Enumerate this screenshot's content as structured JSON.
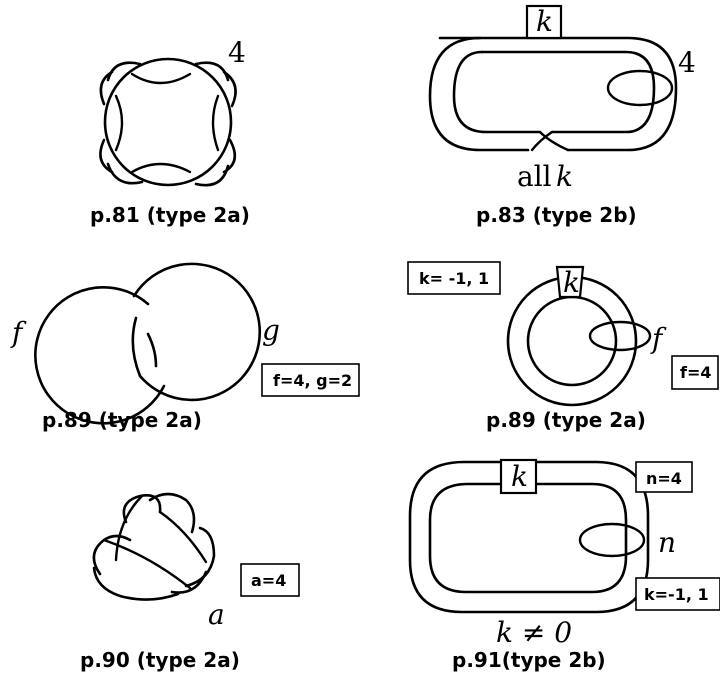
{
  "panels": [
    {
      "caption": "p.81 (type 2a)",
      "labels": [
        "4"
      ]
    },
    {
      "caption": "p.83 (type 2b)",
      "labels": [
        "k",
        "4",
        "all",
        "k"
      ]
    },
    {
      "caption": "p.89 (type 2a)",
      "labels": [
        "f",
        "g"
      ],
      "box": "f=4, g=2"
    },
    {
      "caption": "p.89 (type 2a)",
      "labels": [
        "k",
        "f"
      ],
      "boxes": [
        "k= -1, 1",
        "f=4"
      ]
    },
    {
      "caption": "p.90 (type 2a)",
      "labels": [
        "a"
      ],
      "box": "a=4"
    },
    {
      "caption": "p.91(type 2b)",
      "labels": [
        "k",
        "n",
        "k ≠ 0"
      ],
      "boxes": [
        "n=4",
        "k=-1, 1"
      ]
    }
  ]
}
